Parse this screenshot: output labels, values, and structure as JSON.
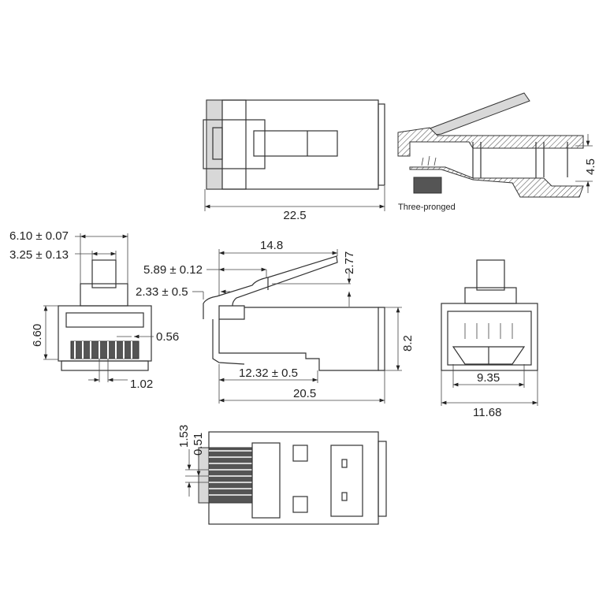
{
  "top_view": {
    "width_label": "22.5"
  },
  "section_view": {
    "note": "Three-pronged",
    "height_label": "4.5"
  },
  "front_view": {
    "latch_width_label": "6.10 ± 0.07",
    "tab_width_label": "3.25 ± 0.13",
    "height_label": "6.60",
    "contact_width_label": "0.56",
    "pitch_label": "1.02"
  },
  "side_view": {
    "latch_length_label": "14.8",
    "latch_rise_label": "2.77",
    "latch_step_label": "5.89 ± 0.12",
    "latch_hook_label": "2.33 ± 0.5",
    "height_label": "8.2",
    "contact_length_label": "12.32 ± 0.5",
    "length_label": "20.5"
  },
  "rear_view": {
    "inner_width_label": "9.35",
    "outer_width_label": "11.68"
  },
  "bottom_view": {
    "offset_label": "1.53",
    "contact_label": "0.51"
  }
}
